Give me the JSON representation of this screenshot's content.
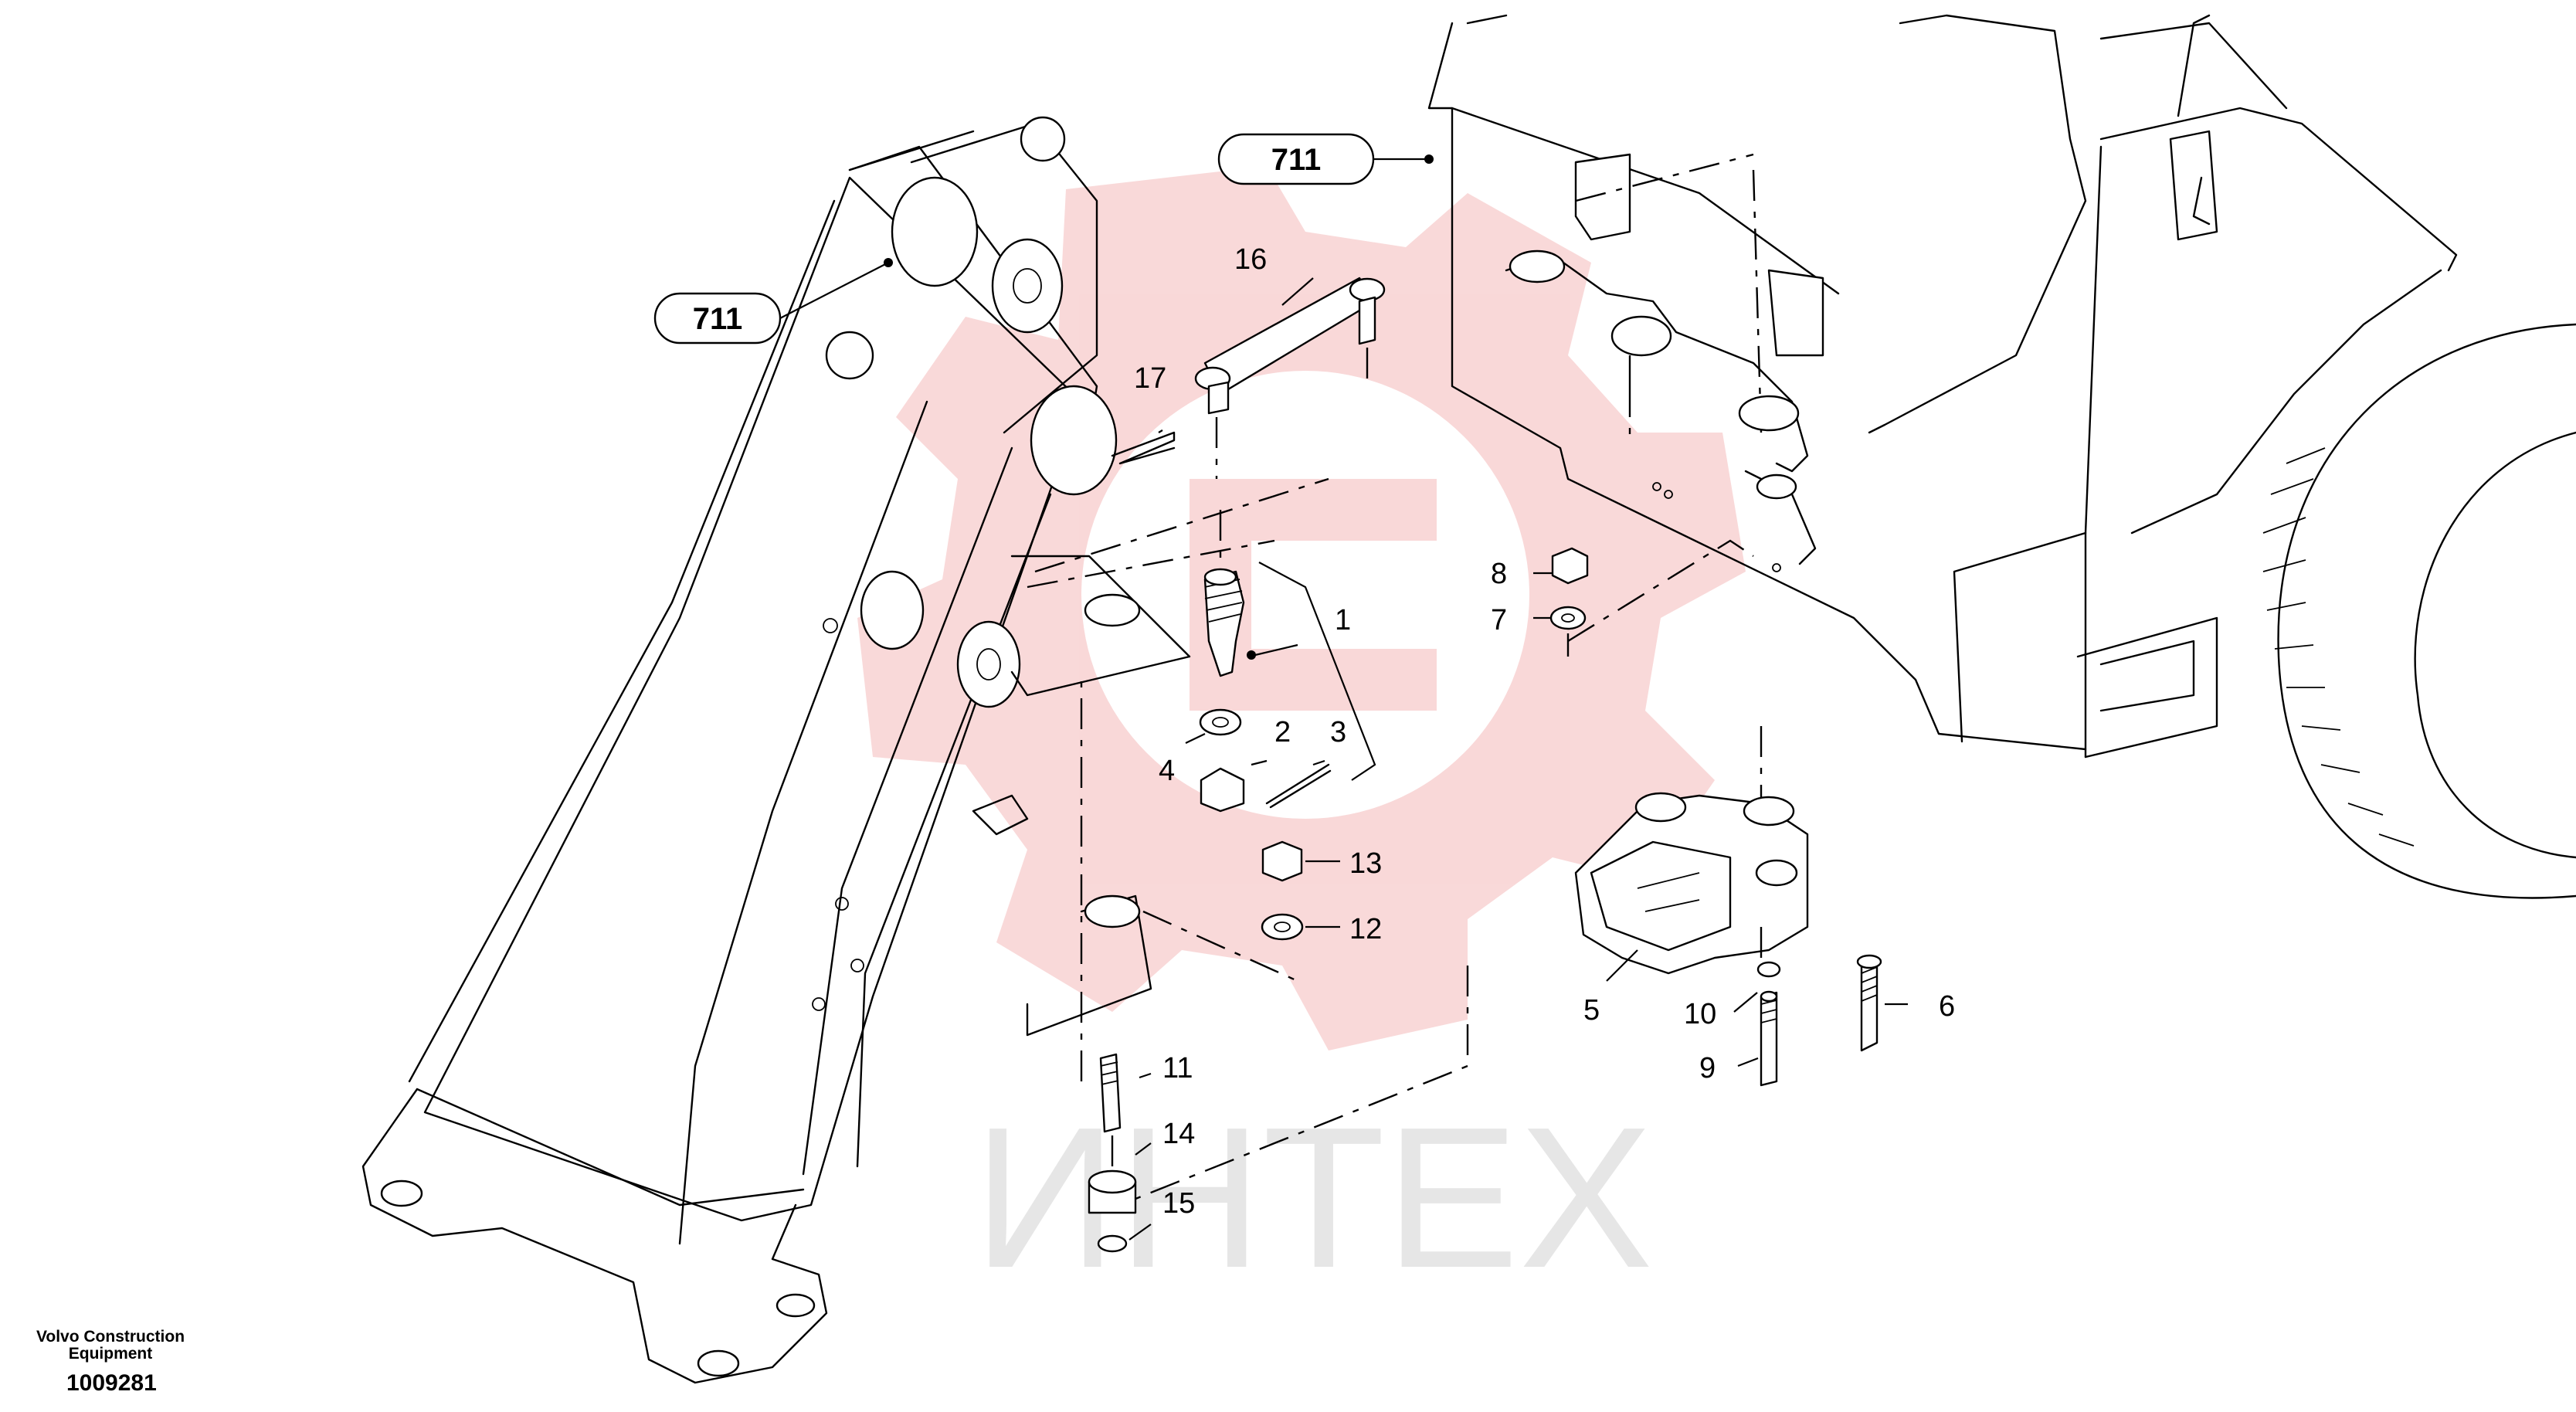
{
  "callouts": [
    {
      "id": "callout-711-left",
      "label": "711"
    },
    {
      "id": "callout-711-top",
      "label": "711"
    }
  ],
  "parts": [
    {
      "n": "1"
    },
    {
      "n": "2"
    },
    {
      "n": "3"
    },
    {
      "n": "4"
    },
    {
      "n": "5"
    },
    {
      "n": "6"
    },
    {
      "n": "7"
    },
    {
      "n": "8"
    },
    {
      "n": "9"
    },
    {
      "n": "10"
    },
    {
      "n": "11"
    },
    {
      "n": "12"
    },
    {
      "n": "13"
    },
    {
      "n": "14"
    },
    {
      "n": "15"
    },
    {
      "n": "16"
    },
    {
      "n": "17"
    }
  ],
  "watermark": {
    "text": "ИНТЕХ",
    "color": "#e8e8e8",
    "logo_color": "#f8d2d2"
  },
  "footer": {
    "brand": "Volvo Construction Equipment",
    "drawing_number": "1009281"
  }
}
